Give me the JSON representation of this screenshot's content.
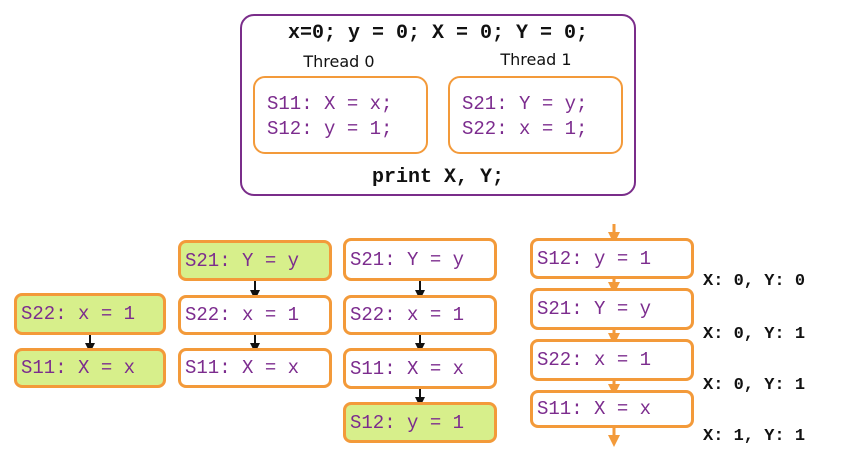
{
  "program": {
    "shared_init": "x=0; y = 0; X = 0; Y = 0;",
    "print": "print X, Y;",
    "threads": [
      {
        "title": "Thread 0",
        "lines": [
          "S11: X = x;",
          "S12: y = 1;"
        ]
      },
      {
        "title": "Thread 1",
        "lines": [
          "S21: Y = y;",
          "S22: x = 1;"
        ]
      }
    ]
  },
  "interleavings": [
    {
      "steps": [
        {
          "label": "S22: x = 1",
          "highlight": true
        },
        {
          "label": "S11: X = x",
          "highlight": true
        }
      ]
    },
    {
      "steps": [
        {
          "label": "S21: Y = y",
          "highlight": true
        },
        {
          "label": "S22: x = 1",
          "highlight": false
        },
        {
          "label": "S11: X = x",
          "highlight": false
        }
      ]
    },
    {
      "steps": [
        {
          "label": "S21: Y = y",
          "highlight": false
        },
        {
          "label": "S22: x = 1",
          "highlight": false
        },
        {
          "label": "S11: X = x",
          "highlight": false
        },
        {
          "label": "S12: y = 1",
          "highlight": true
        }
      ]
    }
  ],
  "sequence": {
    "steps": [
      "S12: y = 1",
      "S21: Y = y",
      "S22: x = 1",
      "S11: X = x"
    ],
    "results": [
      "X: 0, Y: 0",
      "X: 0, Y: 1",
      "X: 0, Y: 1",
      "X: 1, Y: 1"
    ]
  },
  "colors": {
    "frame": "#7a2d8a",
    "box_border": "#f39a3a",
    "code_text": "#7c2c8e",
    "highlight_fill": "#d7ef8b",
    "arrow": "#111111",
    "timeline_arrow": "#f39a3a"
  }
}
